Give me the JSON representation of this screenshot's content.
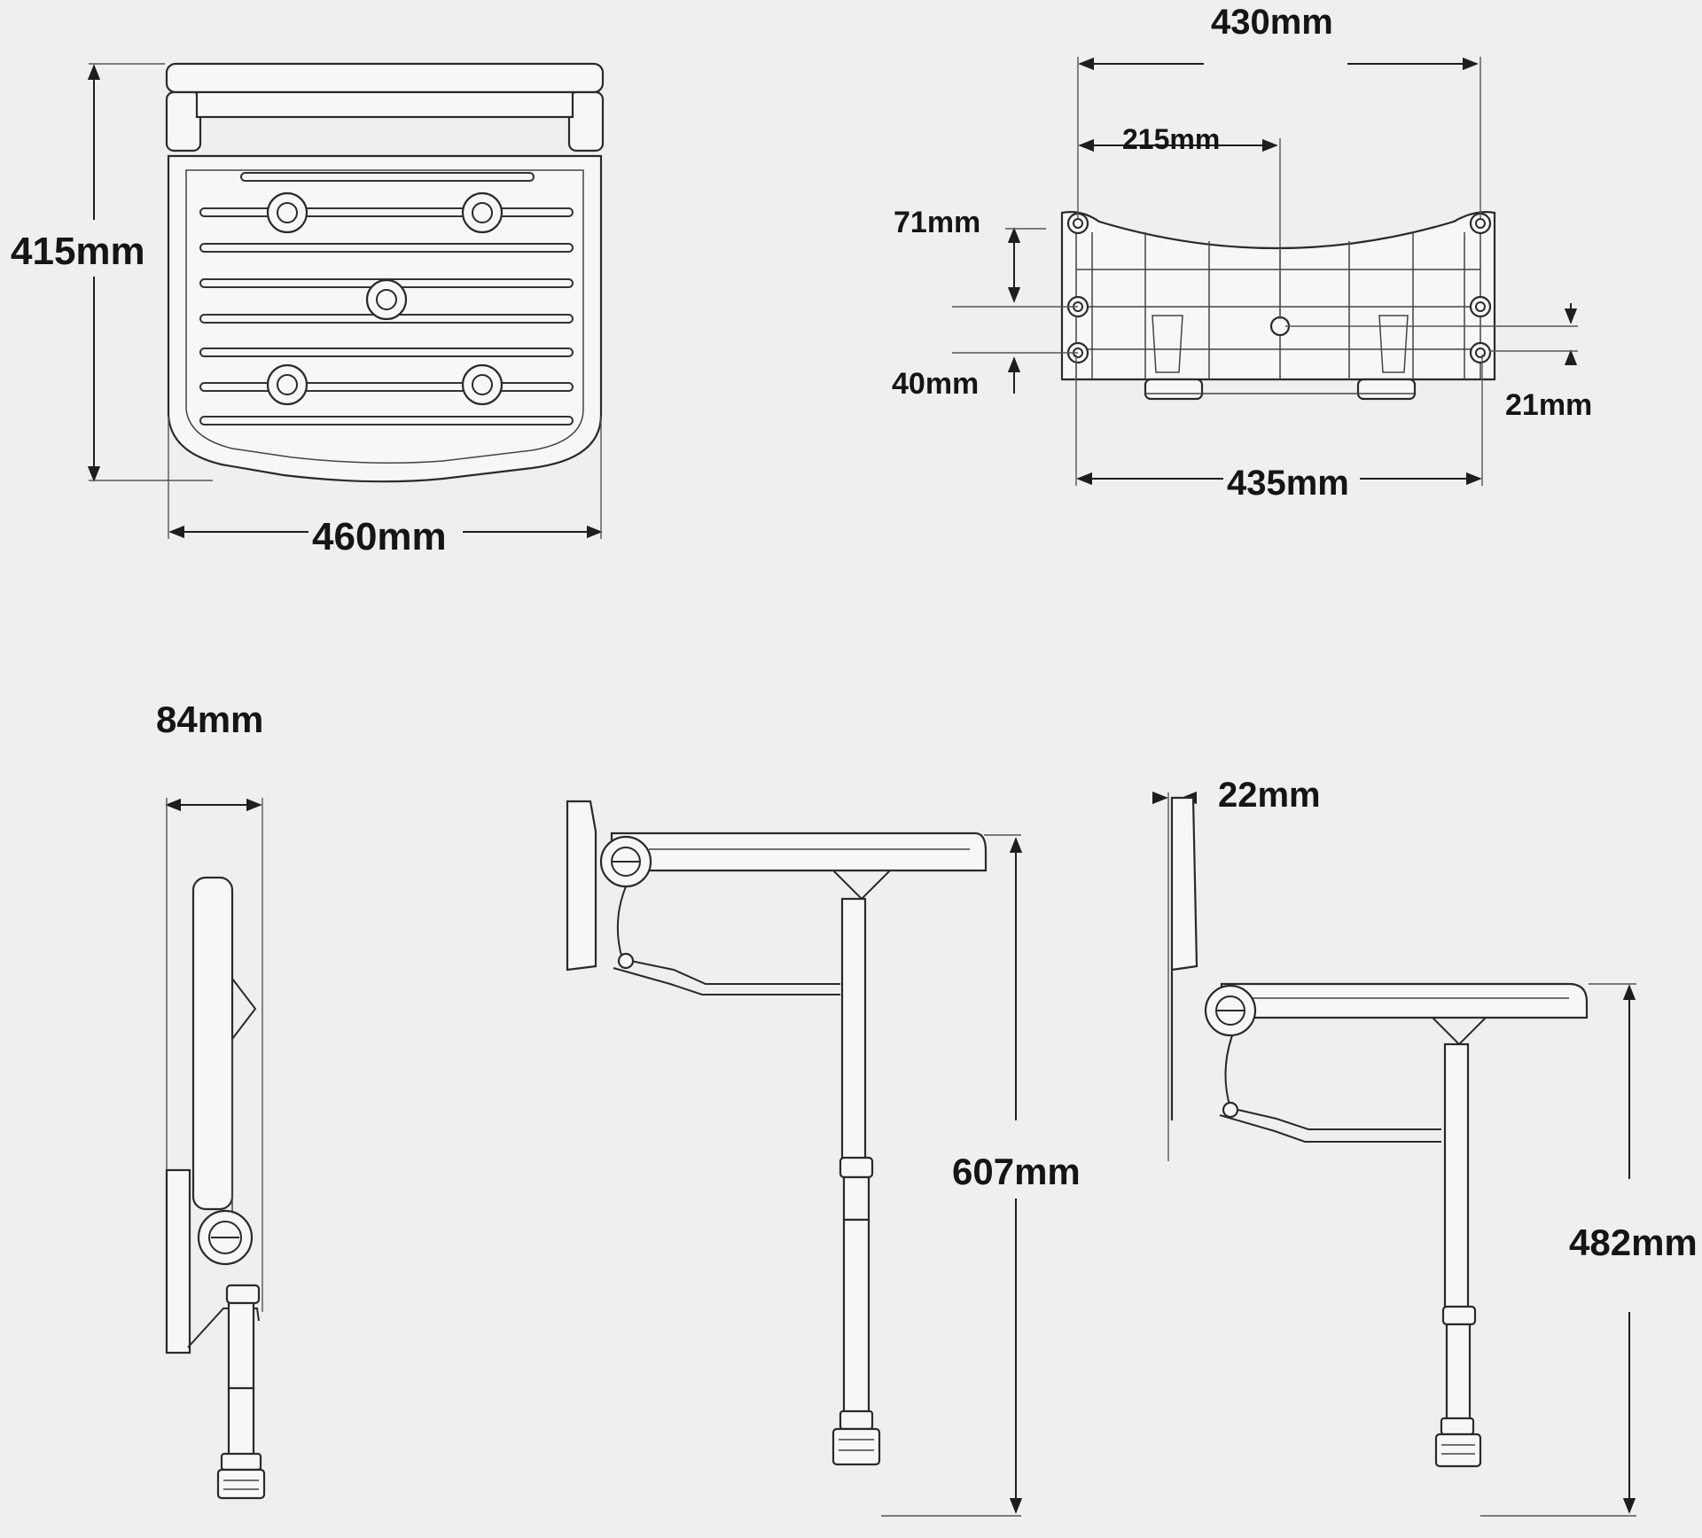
{
  "colors": {
    "background": "#efefef",
    "line": "#2a2a2a",
    "text": "#151515"
  },
  "top_view": {
    "depth_label": "415mm",
    "width_label": "460mm"
  },
  "rear_view": {
    "overall_width_label": "430mm",
    "half_width_label": "215mm",
    "upper_spacing_label": "71mm",
    "lower_spacing_label": "40mm",
    "center_offset_label": "21mm",
    "bottom_width_label": "435mm"
  },
  "folded_view": {
    "folded_depth_label": "84mm"
  },
  "side_view_high": {
    "height_label": "607mm"
  },
  "side_view_low": {
    "wall_offset_label": "22mm",
    "height_label": "482mm"
  }
}
